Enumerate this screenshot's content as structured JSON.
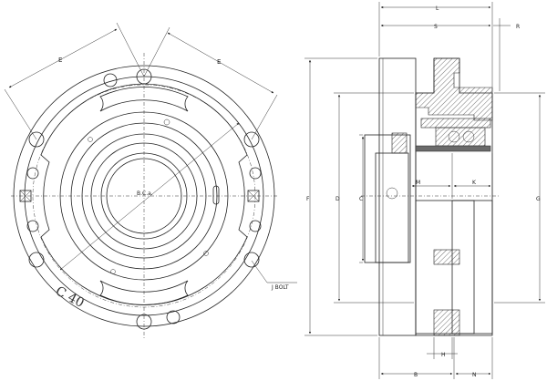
{
  "labels": {
    "E_left": "E",
    "E_right": "E",
    "bc": "B.C.a.",
    "j_bolt": "J BOLT",
    "stamp": "C 40",
    "L": "L",
    "S": "S",
    "R": "R",
    "F": "F",
    "D": "D",
    "C": "C",
    "M": "M",
    "K": "K",
    "G": "G",
    "H": "H",
    "B": "B",
    "N": "N"
  }
}
